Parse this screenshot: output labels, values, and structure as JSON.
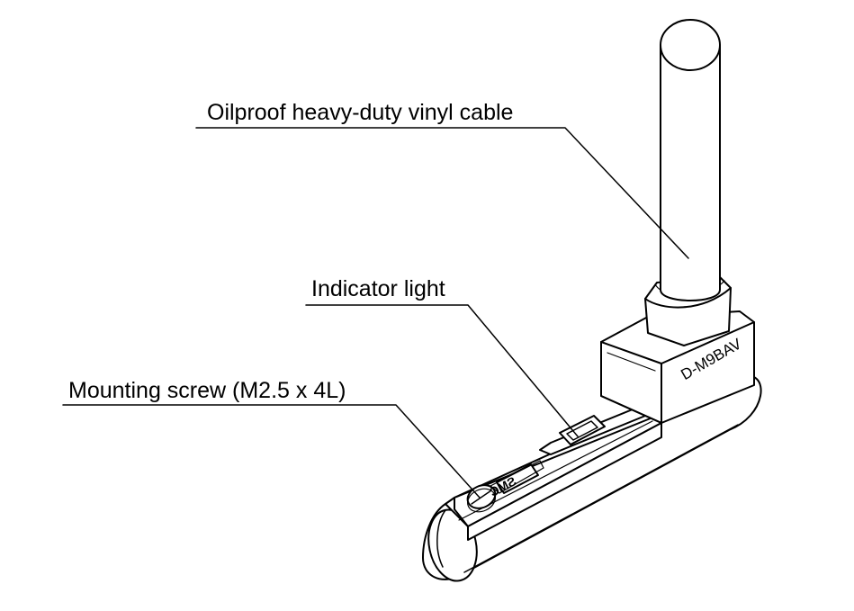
{
  "callouts": {
    "cable": "Oilproof heavy-duty vinyl cable",
    "indicator": "Indicator light",
    "screw": "Mounting screw (M2.5 x 4L)"
  },
  "markings": {
    "model": "D-M9BAV",
    "brand": "SMC"
  },
  "colors": {
    "line": "#000000",
    "background": "#ffffff"
  }
}
